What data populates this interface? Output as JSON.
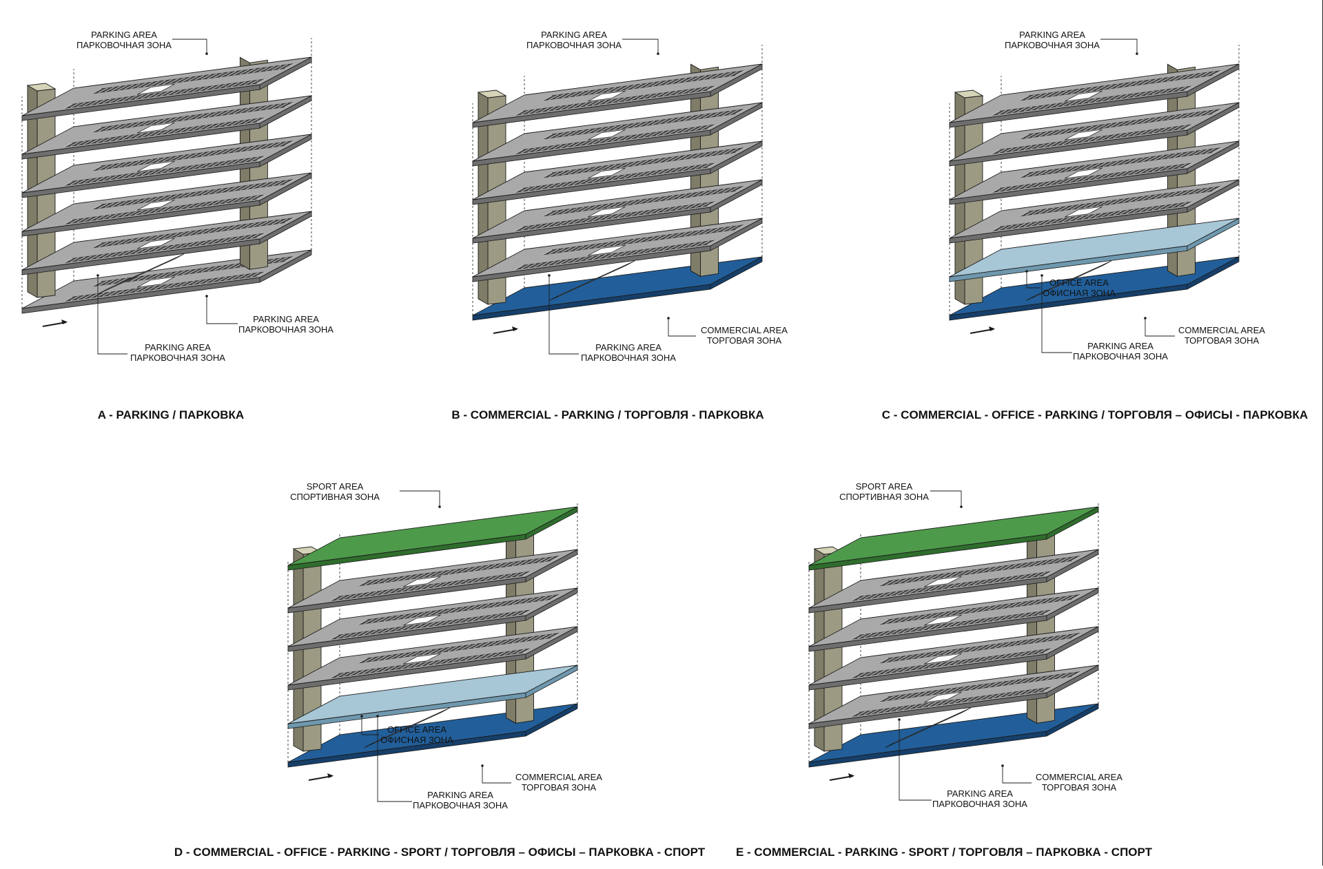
{
  "colors": {
    "concrete": "#9c9a83",
    "concrete_dark": "#7f7d68",
    "concrete_cap": "#d6d4b8",
    "slab_top": "#a9a9a9",
    "slab_edge": "#6e6e6e",
    "stall": "#4a4a4a",
    "ramp": "#b9b9b9",
    "commercial": "#225f9a",
    "commercial_dark": "#163f6a",
    "office": "#a7c6d6",
    "office_edge": "#6f98ae",
    "sport": "#4e9a4b",
    "sport_edge": "#2f6d2d",
    "outline": "#1a1a1a"
  },
  "labels": {
    "parking_en": "PARKING AREA",
    "parking_ru": "ПАРКОВОЧНАЯ ЗОНА",
    "commercial_en": "COMMERCIAL AREA",
    "commercial_ru": "ТОРГОВАЯ ЗОНА",
    "office_en": "OFFICE AREA",
    "office_ru": "ОФИСНАЯ ЗОНА",
    "sport_en": "SPORT AREA",
    "sport_ru": "СПОРТИВНАЯ ЗОНА"
  },
  "diagrams": [
    {
      "id": "A",
      "caption": "A - PARKING / ПАРКОВКА",
      "ground": "parking",
      "office": false,
      "sport": false
    },
    {
      "id": "B",
      "caption": "B - COMMERCIAL - PARKING / ТОРГОВЛЯ - ПАРКОВКА",
      "ground": "commercial",
      "office": false,
      "sport": false
    },
    {
      "id": "C",
      "caption": "C - COMMERCIAL - OFFICE - PARKING / ТОРГОВЛЯ – ОФИСЫ - ПАРКОВКА",
      "ground": "commercial",
      "office": true,
      "sport": false
    },
    {
      "id": "D",
      "caption": "D - COMMERCIAL - OFFICE - PARKING - SPORT / ТОРГОВЛЯ – ОФИСЫ – ПАРКОВКА - СПОРТ",
      "ground": "commercial",
      "office": true,
      "sport": true
    },
    {
      "id": "E",
      "caption": "E - COMMERCIAL - PARKING - SPORT / ТОРГОВЛЯ – ПАРКОВКА - СПОРТ",
      "ground": "commercial",
      "office": false,
      "sport": true
    }
  ]
}
